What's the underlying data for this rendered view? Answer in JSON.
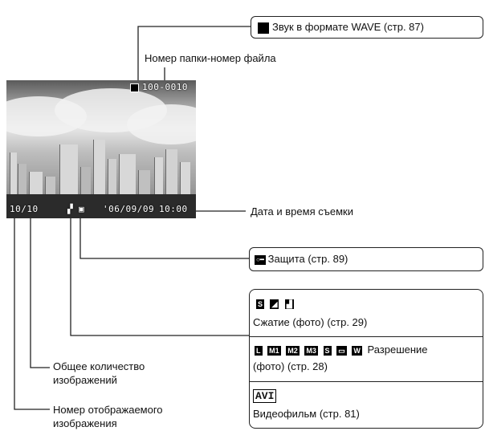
{
  "labels": {
    "sound_wave": "Звук в формате WAVE (стр. 87)",
    "folder_file": "Номер папки-номер файла",
    "date_time": "Дата и время съемки",
    "protect": "Защита (стр. 89)",
    "compression": "Сжатие (фото) (стр. 29)",
    "resolution_line1": "Разрешение",
    "resolution_line2": "(фото) (стр. 28)",
    "avi_tag": "AVI",
    "movie": "Видеофильм (стр. 81)",
    "total_line1": "Общее количество",
    "total_line2": "изображений",
    "current_line1": "Номер отображаемого",
    "current_line2": "изображения"
  },
  "lcd": {
    "folder_number": "100-0010",
    "counter": "10/10",
    "date": "'06/09/09",
    "time": "10:00"
  },
  "resolution_icons": [
    "L",
    "M1",
    "M2",
    "M3",
    "S",
    "W"
  ],
  "colors": {
    "line": "#222222",
    "icon_bg": "#000000"
  }
}
